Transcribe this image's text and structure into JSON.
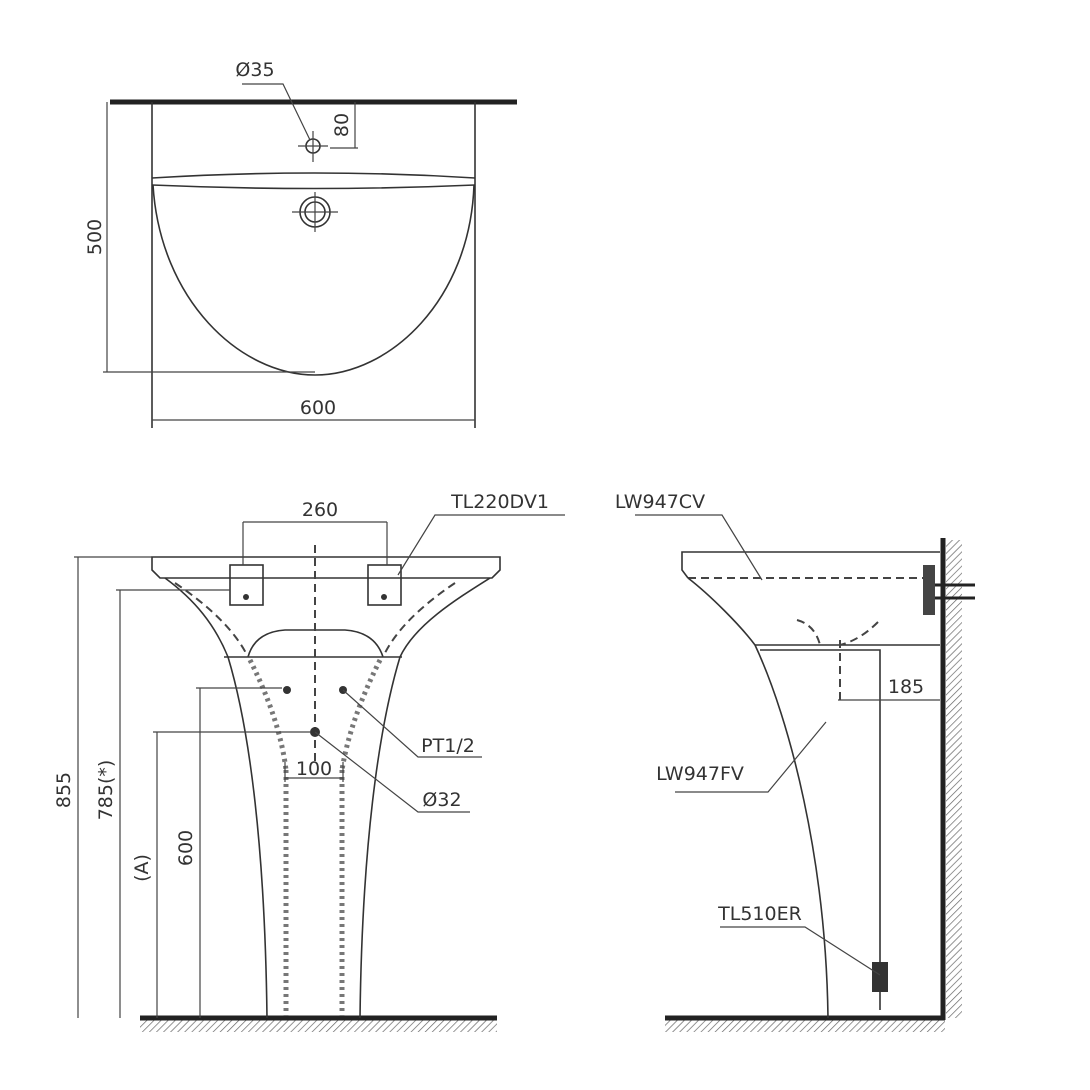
{
  "top_view": {
    "dim_diameter_overflow": "Ø35",
    "dim_tap_offset": "80",
    "dim_depth": "500",
    "dim_width": "600"
  },
  "front_view": {
    "dim_tap_spacing": "260",
    "tap_model": "TL220DV1",
    "dim_total_height": "855",
    "dim_rim_height": "785(*)",
    "dim_a": "(A)",
    "dim_supply_height": "600",
    "dim_supply_spacing": "100",
    "supply_thread": "PT1/2",
    "drain_diameter": "Ø32"
  },
  "side_view": {
    "basin_model": "LW947CV",
    "pedestal_model": "LW947FV",
    "trap_model": "TL510ER",
    "dim_wall_offset": "185"
  }
}
